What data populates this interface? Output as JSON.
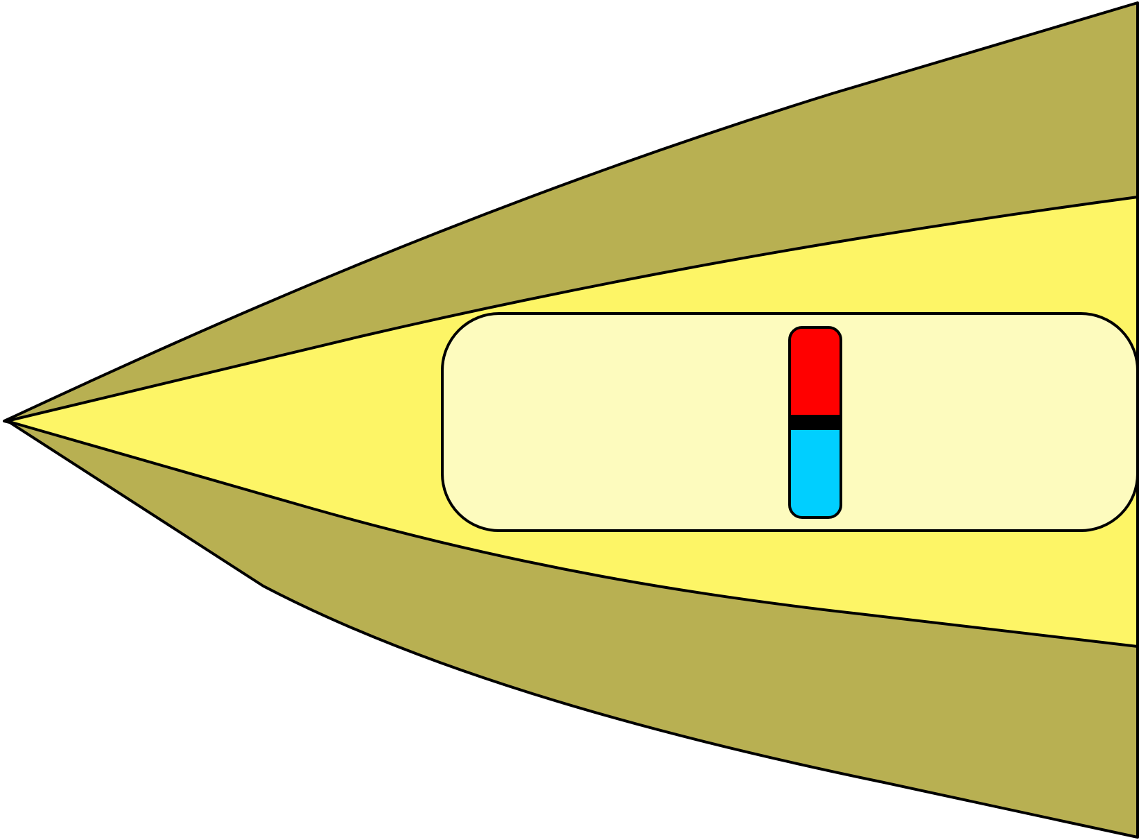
{
  "diagram": {
    "colors": {
      "background": "#ffffff",
      "outer_cone": "#b8b052",
      "inner_cone": "#fdf566",
      "inner_panel": "#fdfbbe",
      "magnet_north": "#ff0000",
      "magnet_south": "#00cfff",
      "magnet_divider": "#000000",
      "outline": "#000000"
    },
    "elements": [
      "outer-cone",
      "inner-cone",
      "rounded-panel",
      "bar-magnet"
    ],
    "labels": []
  }
}
